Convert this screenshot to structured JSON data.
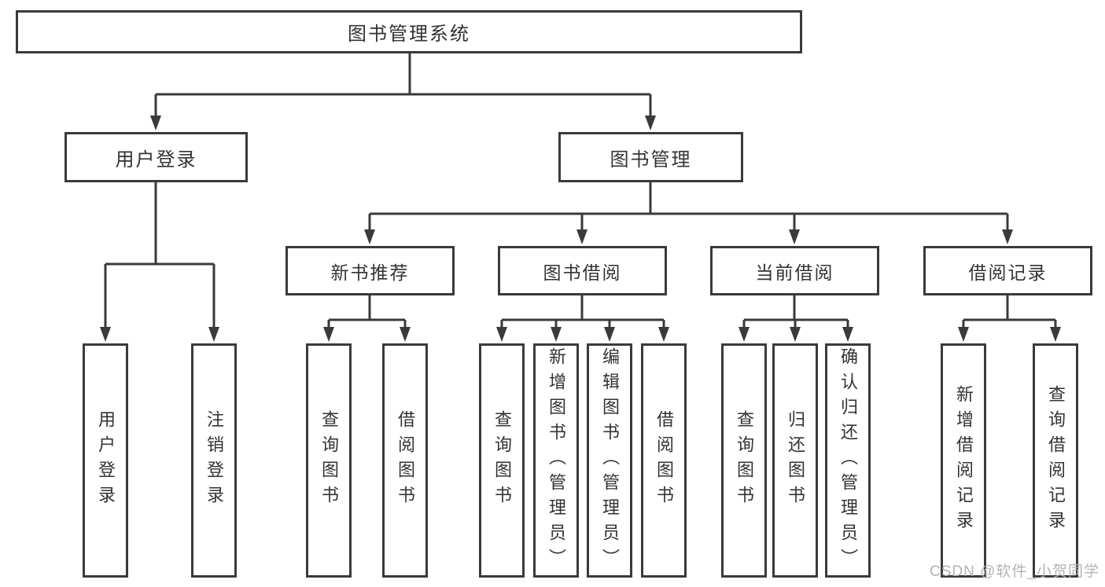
{
  "colors": {
    "line": "#3a3a3a",
    "text": "#333333",
    "box_bg": "#ffffff",
    "watermark": "#b3b3b3"
  },
  "nodes": {
    "root": "图书管理系统",
    "user_login": "用户登录",
    "book_mgmt": "图书管理",
    "new_book_rec": "新书推荐",
    "book_borrow": "图书借阅",
    "current_borrow": "当前借阅",
    "borrow_records": "借阅记录",
    "leaf_user_login": "用户登录",
    "leaf_logout": "注销登录",
    "leaf_query_book_rec": "查询图书",
    "leaf_borrow_book_rec": "借阅图书",
    "leaf_query_book_borrow": "查询图书",
    "leaf_add_book": "新增图书（管理员）",
    "leaf_edit_book": "编辑图书（管理员）",
    "leaf_borrow_book_borrow": "借阅图书",
    "leaf_query_book_current": "查询图书",
    "leaf_return_book": "归还图书",
    "leaf_confirm_return": "确认归还（管理员）",
    "leaf_add_record": "新增借阅记录",
    "leaf_query_record": "查询借阅记录"
  },
  "watermark": "CSDN @软件_小贺同学"
}
